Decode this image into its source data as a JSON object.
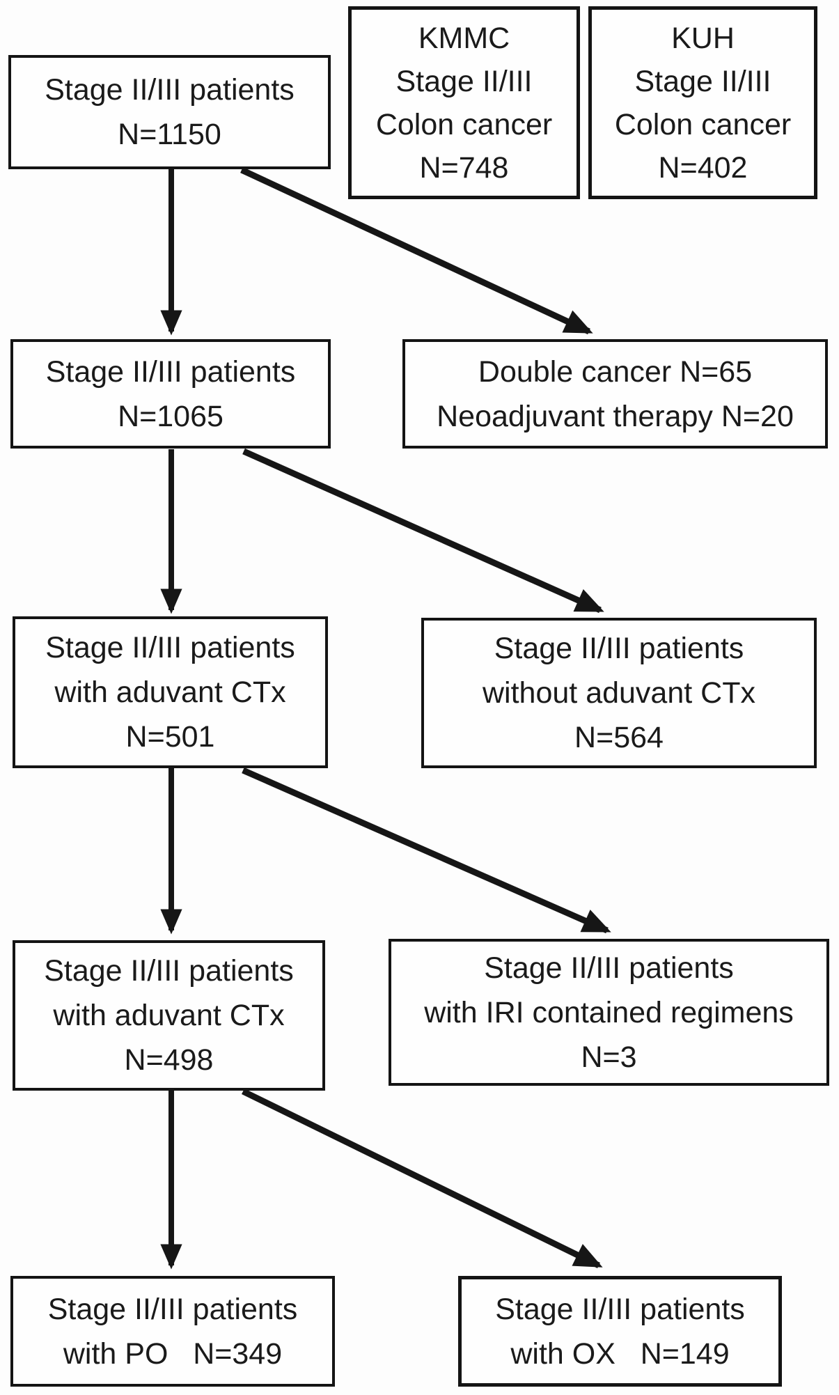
{
  "diagram": {
    "type": "flowchart",
    "background_color": "#fdfdfd",
    "line_color": "#161616",
    "box_border_color": "#141414",
    "text_color": "#1a1a1a",
    "boxes": [
      {
        "id": "stage-1150",
        "lines": [
          "Stage II/III patients",
          "N=1150"
        ]
      },
      {
        "id": "kmmc-748",
        "lines": [
          "KMMC",
          "Stage II/III",
          "Colon cancer",
          "N=748"
        ]
      },
      {
        "id": "kuh-402",
        "lines": [
          "KUH",
          "Stage II/III",
          "Colon cancer",
          "N=402"
        ]
      },
      {
        "id": "stage-1065",
        "lines": [
          "Stage II/III patients",
          "N=1065"
        ]
      },
      {
        "id": "excluded",
        "lines": [
          "Double cancer N=65",
          "Neoadjuvant therapy N=20"
        ]
      },
      {
        "id": "adjuvant-ctx-501",
        "lines": [
          "Stage II/III patients",
          "with aduvant CTx",
          "N=501"
        ]
      },
      {
        "id": "no-adjuvant-ctx-564",
        "lines": [
          "Stage II/III patients",
          "without aduvant CTx",
          "N=564"
        ]
      },
      {
        "id": "adjuvant-ctx-498",
        "lines": [
          "Stage II/III patients",
          "with aduvant CTx",
          "N=498"
        ]
      },
      {
        "id": "iri-regimens-3",
        "lines": [
          "Stage II/III patients",
          "with IRI contained regimens",
          "N=3"
        ]
      },
      {
        "id": "po-349",
        "lines": [
          "Stage II/III patients",
          "with PO   N=349"
        ]
      },
      {
        "id": "ox-149",
        "lines": [
          "Stage II/III patients",
          "with OX   N=149"
        ]
      }
    ],
    "edges": [
      {
        "from": "stage-1150",
        "to": "stage-1065",
        "style": "vertical-arrow"
      },
      {
        "from": "stage-1150",
        "to": "excluded",
        "style": "diagonal-arrow"
      },
      {
        "from": "stage-1065",
        "to": "adjuvant-ctx-501",
        "style": "vertical-arrow"
      },
      {
        "from": "stage-1065",
        "to": "no-adjuvant-ctx-564",
        "style": "diagonal-arrow"
      },
      {
        "from": "adjuvant-ctx-501",
        "to": "adjuvant-ctx-498",
        "style": "vertical-arrow"
      },
      {
        "from": "adjuvant-ctx-501",
        "to": "iri-regimens-3",
        "style": "diagonal-arrow"
      },
      {
        "from": "adjuvant-ctx-498",
        "to": "po-349",
        "style": "vertical-arrow"
      },
      {
        "from": "adjuvant-ctx-498",
        "to": "ox-149",
        "style": "diagonal-arrow"
      }
    ]
  }
}
